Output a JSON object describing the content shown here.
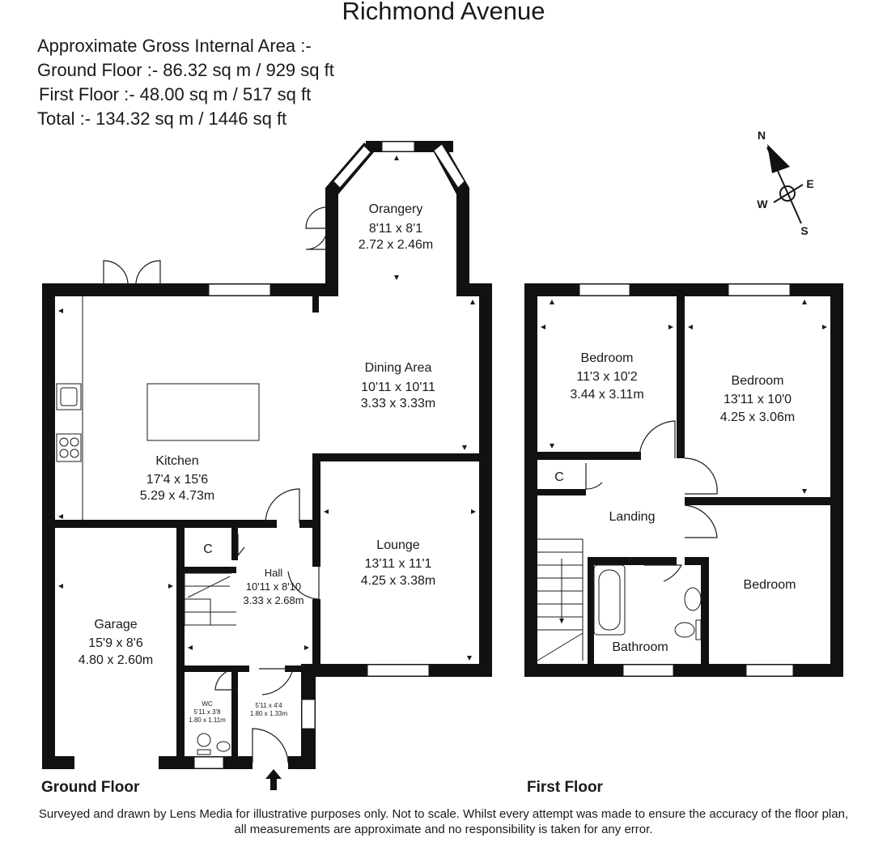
{
  "title": "Richmond Avenue",
  "area_summary": {
    "heading": "Approximate Gross Internal Area :-",
    "ground": "Ground Floor :- 86.32 sq m / 929 sq ft",
    "first": "First Floor :- 48.00 sq m / 517 sq ft",
    "total": "Total :- 134.32 sq m / 1446 sq ft"
  },
  "compass": {
    "n": "N",
    "e": "E",
    "s": "S",
    "w": "W"
  },
  "ground_floor": {
    "label": "Ground Floor",
    "rooms": {
      "orangery": {
        "name": "Orangery",
        "imperial": "8'11 x 8'1",
        "metric": "2.72 x 2.46m"
      },
      "dining": {
        "name": "Dining Area",
        "imperial": "10'11 x 10'11",
        "metric": "3.33 x 3.33m"
      },
      "kitchen": {
        "name": "Kitchen",
        "imperial": "17'4 x 15'6",
        "metric": "5.29 x 4.73m"
      },
      "lounge": {
        "name": "Lounge",
        "imperial": "13'11 x 11'1",
        "metric": "4.25 x 3.38m"
      },
      "hall": {
        "name": "Hall",
        "imperial": "10'11 x 8'10",
        "metric": "3.33 x 2.68m"
      },
      "cupboard": {
        "name": "C"
      },
      "garage": {
        "name": "Garage",
        "imperial": "15'9 x 8'6",
        "metric": "4.80 x 2.60m"
      },
      "wc": {
        "name": "WC",
        "imperial": "5'11 x 3'8",
        "metric": "1.80 x 1.11m"
      },
      "porch": {
        "imperial": "5'11 x 4'4",
        "metric": "1.80 x 1.33m"
      }
    }
  },
  "first_floor": {
    "label": "First Floor",
    "rooms": {
      "bedroom1": {
        "name": "Bedroom",
        "imperial": "11'3 x 10'2",
        "metric": "3.44 x 3.11m"
      },
      "bedroom2": {
        "name": "Bedroom",
        "imperial": "13'11 x 10'0",
        "metric": "4.25 x 3.06m"
      },
      "bedroom3": {
        "name": "Bedroom"
      },
      "landing": {
        "name": "Landing"
      },
      "cupboard": {
        "name": "C"
      },
      "bathroom": {
        "name": "Bathroom"
      }
    }
  },
  "footer": {
    "line1": "Surveyed and drawn by Lens Media for illustrative purposes only. Not to scale. Whilst every attempt was made to ensure the accuracy of the floor plan,",
    "line2": "all measurements are approximate and no responsibility is taken for any error."
  },
  "colors": {
    "wall": "#111111",
    "line": "#1a1a1a",
    "window": "#ffffff"
  }
}
